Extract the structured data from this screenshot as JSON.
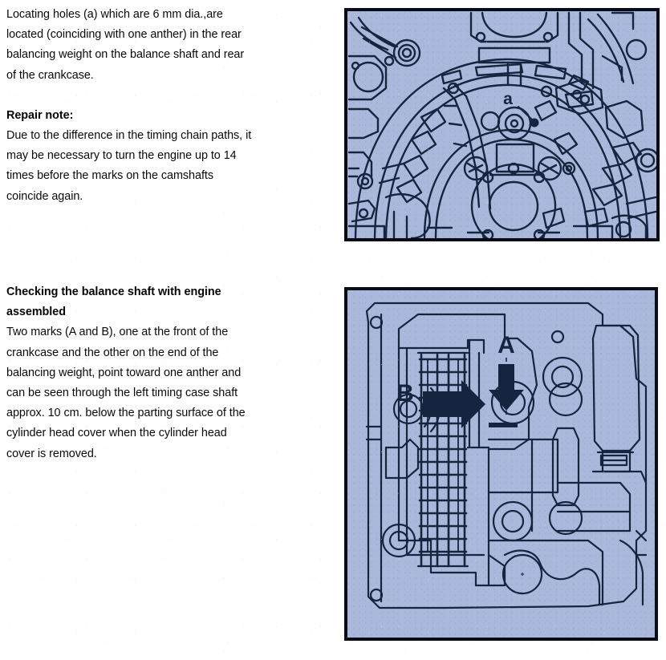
{
  "page": {
    "background_color": "#fefefe",
    "text_color": "#0a0a0a"
  },
  "text_block_1": {
    "name": "locating-holes-paragraph",
    "paragraph_lines": [
      "Locating holes (a) which are 6 mm dia.,are",
      "located (coinciding with one anther) in the rear",
      "balancing weight on the balance shaft and rear",
      "of the crankcase."
    ],
    "note_heading": "Repair note:",
    "note_lines": [
      "Due to the difference in the timing chain paths, it",
      "may be necessary to turn the engine up to 14",
      "times before the marks on the camshafts",
      "coincide again."
    ]
  },
  "text_block_2": {
    "name": "checking-balance-shaft-paragraph",
    "heading_lines": [
      "Checking the balance shaft with engine",
      "assembled"
    ],
    "body_lines": [
      "Two marks (A and B), one at the front of the",
      "crankcase and the other on the end of the",
      "balancing weight, point toward one anther and",
      "can be seen through the left timing case shaft",
      "approx. 10 cm. below the parting surface of the",
      "cylinder head cover when the cylinder head",
      "cover is removed."
    ]
  },
  "figure_top": {
    "name": "engine-timing-case-front-view",
    "caption": "",
    "background_color": "#aab8db",
    "line_color": "#16243f",
    "border_color": "#080c16",
    "callouts": [
      {
        "label": "a",
        "meaning": "locating-hole"
      }
    ]
  },
  "figure_bottom": {
    "name": "timing-chain-case-side-view",
    "caption": "",
    "background_color": "#aab8db",
    "line_color": "#16243f",
    "border_color": "#080c16",
    "callouts": [
      {
        "label": "A",
        "meaning": "mark-on-crankcase",
        "arrow": "down"
      },
      {
        "label": "B",
        "meaning": "mark-on-balancing-weight",
        "arrow": "right"
      }
    ]
  }
}
